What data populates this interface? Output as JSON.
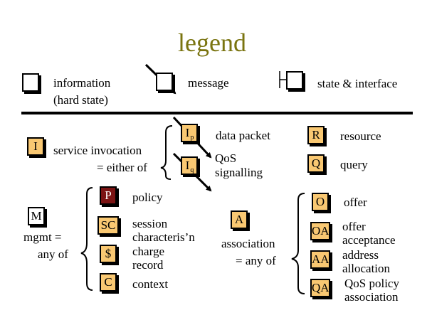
{
  "title": "legend",
  "header": {
    "information_line1": "information",
    "information_line2": "(hard state)",
    "message": "message",
    "state_interface": "state & interface"
  },
  "service": {
    "box_I": "I",
    "label_line1": "service invocation",
    "label_line2": "= either of",
    "box_Ip_main": "I",
    "box_Ip_sub": "p",
    "data_packet": "data packet",
    "box_Iq_main": "I",
    "box_Iq_sub": "q",
    "qos_line1": "QoS",
    "qos_line2": "signalling"
  },
  "resource": {
    "box": "R",
    "label": "resource"
  },
  "query": {
    "box": "Q",
    "label": "query"
  },
  "mgmt": {
    "box": "M",
    "label_line1": "mgmt =",
    "label_line2": "any of",
    "items": [
      {
        "box": "P",
        "line1": "policy",
        "line2": ""
      },
      {
        "box": "SC",
        "line1": "session",
        "line2": "characteris’n"
      },
      {
        "box": "$",
        "line1": "charge",
        "line2": "record"
      },
      {
        "box": "C",
        "line1": "context",
        "line2": ""
      }
    ]
  },
  "association": {
    "box": "A",
    "label_line1": "association",
    "label_line2": "= any of",
    "items": [
      {
        "box": "O",
        "line1": "offer",
        "line2": ""
      },
      {
        "box": "OA",
        "line1": "offer",
        "line2": "acceptance"
      },
      {
        "box": "AA",
        "line1": "address",
        "line2": "allocation"
      },
      {
        "box": "QA",
        "line1": "QoS policy",
        "line2": "association"
      }
    ]
  },
  "colors": {
    "title": "#7a7410",
    "box_fill": "#f9c872",
    "policy_fill": "#7b1414"
  }
}
